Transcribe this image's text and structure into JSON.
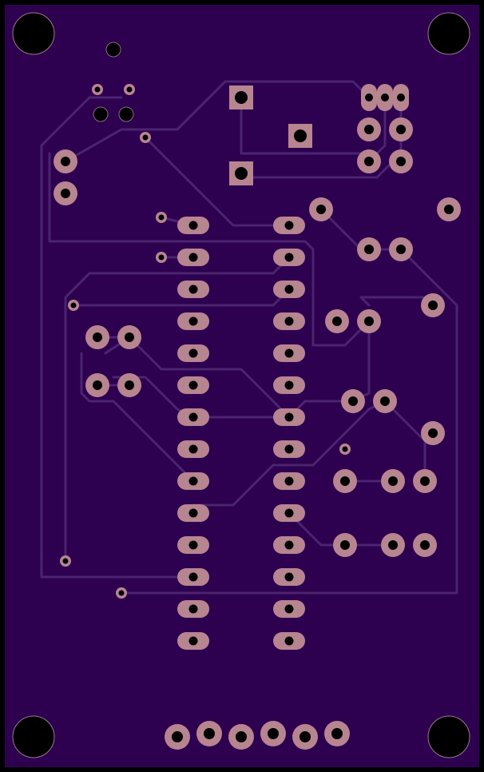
{
  "board": {
    "board_color": "#2e0050",
    "edge_color": "#000000",
    "trace_color": "#4b2470",
    "copper_color": "#b7858f",
    "drill_color": "#000000"
  },
  "components": {
    "mounting_holes": 4,
    "dip_socket_pins_per_side": 14,
    "header_pins_bottom": 6,
    "vias": 9
  }
}
